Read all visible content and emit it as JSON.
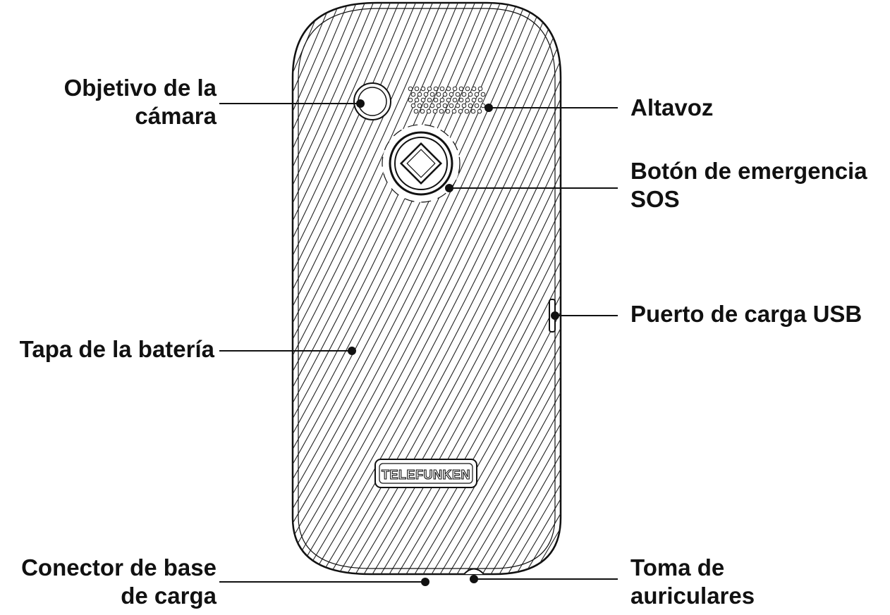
{
  "labels": {
    "camera": {
      "line1": "Objetivo de la",
      "line2": "cámara"
    },
    "speaker": {
      "line1": "Altavoz"
    },
    "sos": {
      "line1": "Botón de emergencia",
      "line2": "SOS"
    },
    "usb": {
      "line1": "Puerto de carga USB"
    },
    "battery": {
      "line1": "Tapa de la batería"
    },
    "dock": {
      "line1": "Conector de base",
      "line2": "de carga"
    },
    "headphone": {
      "line1": "Toma de",
      "line2": "auriculares"
    }
  },
  "brand": "TELEFUNKEN",
  "colors": {
    "ink": "#111111",
    "body": "#ffffff"
  }
}
